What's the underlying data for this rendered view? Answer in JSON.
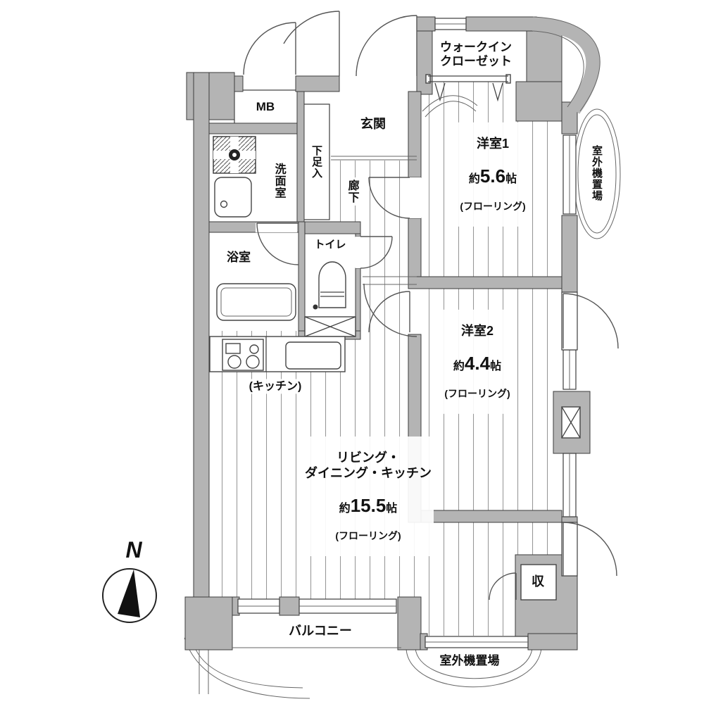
{
  "colors": {
    "wall": "#b4b4b4",
    "outline": "#3c3c3c",
    "floor_line": "#979797",
    "line": "#444444",
    "text": "#111111",
    "background": "#ffffff"
  },
  "compass": {
    "north_label": "N"
  },
  "rooms": {
    "walk_in_closet": {
      "label": "ウォークイン\nクローゼット"
    },
    "meter_box": {
      "label": "MB"
    },
    "entrance": {
      "label": "玄関"
    },
    "shoe_cabinet": {
      "label": "下足入"
    },
    "hallway": {
      "label": "廊下"
    },
    "washroom": {
      "label": "洗面室"
    },
    "bathroom": {
      "label": "浴室"
    },
    "toilet": {
      "label": "トイレ"
    },
    "western_room_1": {
      "name": "洋室1",
      "area_prefix": "約",
      "area_value": "5.6",
      "area_unit": "帖",
      "floor_type": "(フローリング)"
    },
    "western_room_2": {
      "name": "洋室2",
      "area_prefix": "約",
      "area_value": "4.4",
      "area_unit": "帖",
      "floor_type": "(フローリング)"
    },
    "living_dining_kitchen": {
      "name": "リビング・\nダイニング・キッチン",
      "area_prefix": "約",
      "area_value": "15.5",
      "area_unit": "帖",
      "floor_type": "(フローリング)"
    },
    "kitchen": {
      "label": "(キッチン)"
    },
    "storage": {
      "label": "収"
    },
    "balcony": {
      "label": "バルコニー"
    },
    "outdoor_unit_right": {
      "label": "室外機置場"
    },
    "outdoor_unit_bottom": {
      "label": "室外機置場"
    }
  }
}
